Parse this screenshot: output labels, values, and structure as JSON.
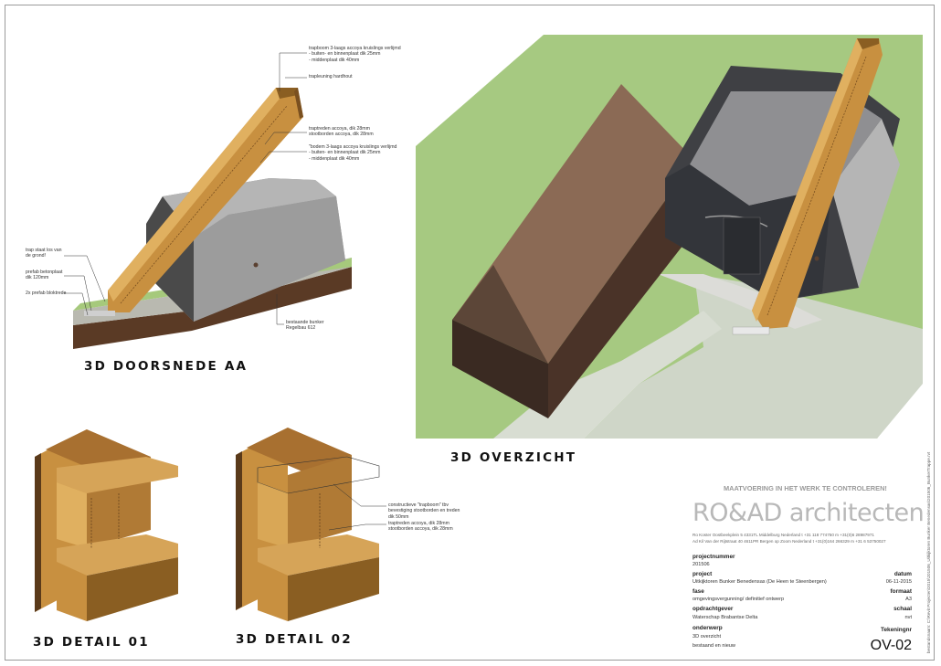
{
  "notes_aa": {
    "trapboom": "trapboom 3-laags accoya kruislings verlijmd\n- buiten- en binnenplaat dik 25mm\n- middenplaat dik 40mm",
    "trapleuning": "trapleuning hardhout",
    "traptreden": "traptreden accoya, dik 28mm\nstootborden accoya, dik 28mm",
    "bodem": "\"bodem 3-laags accoya kruislings verlijmd\n- buiten- en binnenplaat dik 25mm\n- middenplaat dik 40mm",
    "trap_los": "trap staat los van\nde grond!",
    "prefab_beton": "prefab betonplaat\ndik 120mm",
    "prefab_blok": "2x prefab bloktrede",
    "bunker": "bestaande bunker\nRegelbau 612"
  },
  "notes_d02": {
    "constructieve": "constructieve \"trapboom\" tbv\nbevestiging stootborden en treden\ndik 50mm",
    "traptreden": "traptreden accoya, dik 28mm\nstootborden accoya, dik 28mm"
  },
  "titles": {
    "doorsnede": "3D doorsnede AA",
    "overzicht": "3D overzicht",
    "detail1": "3D detail 01",
    "detail2": "3D detail 02"
  },
  "titleblock": {
    "warning": "MAATVOERING IN HET WERK TE CONTROLEREN!",
    "logo": "RO&AD architecten",
    "contact1": "Ro Koster  Oostbeekplein 5  4331TL  Middelburg  Nederland  t +31 118 774750  m +31(0)6 28987971",
    "contact2": "Ad Kil  Van der Rijtstraat 40  4611PR  Bergen op Zoom  Nederland  t +31(0)164 266329  m +31 6 53750027",
    "projectnummer_label": "projectnummer",
    "projectnummer": "201506",
    "project_label": "project",
    "project": "Uitkijktoren Bunker Benedensas (De Heen te Steenbergen)",
    "datum_label": "datum",
    "datum": "06-11-2015",
    "fase_label": "fase",
    "fase": "omgevingsvergunning/ definitief ontwerp",
    "formaat_label": "formaat",
    "formaat": "A3",
    "opdrachtgever_label": "opdrachtgever",
    "opdrachtgever": "Waterschap Brabantse Delta",
    "schaal_label": "schaal",
    "schaal": "nvt",
    "onderwerp_label": "onderwerp",
    "onderwerp1": "3D overzicht",
    "onderwerp2": "bestaand en nieuw",
    "tekeningnr_label": "Tekeningnr",
    "tekeningnr": "OV-02",
    "filepath": "bestandsnaam: C:\\Revit Projecten\\2015\\201506_Uitkijktoren Bunker Benedensas\\201506_BunkerTrappe.rvt"
  },
  "colors": {
    "wood": "#c89040",
    "wood_dark": "#8a5e22",
    "concrete": "#8e8e8e",
    "grass": "#a8cc84",
    "roof": "#8b6a55"
  }
}
